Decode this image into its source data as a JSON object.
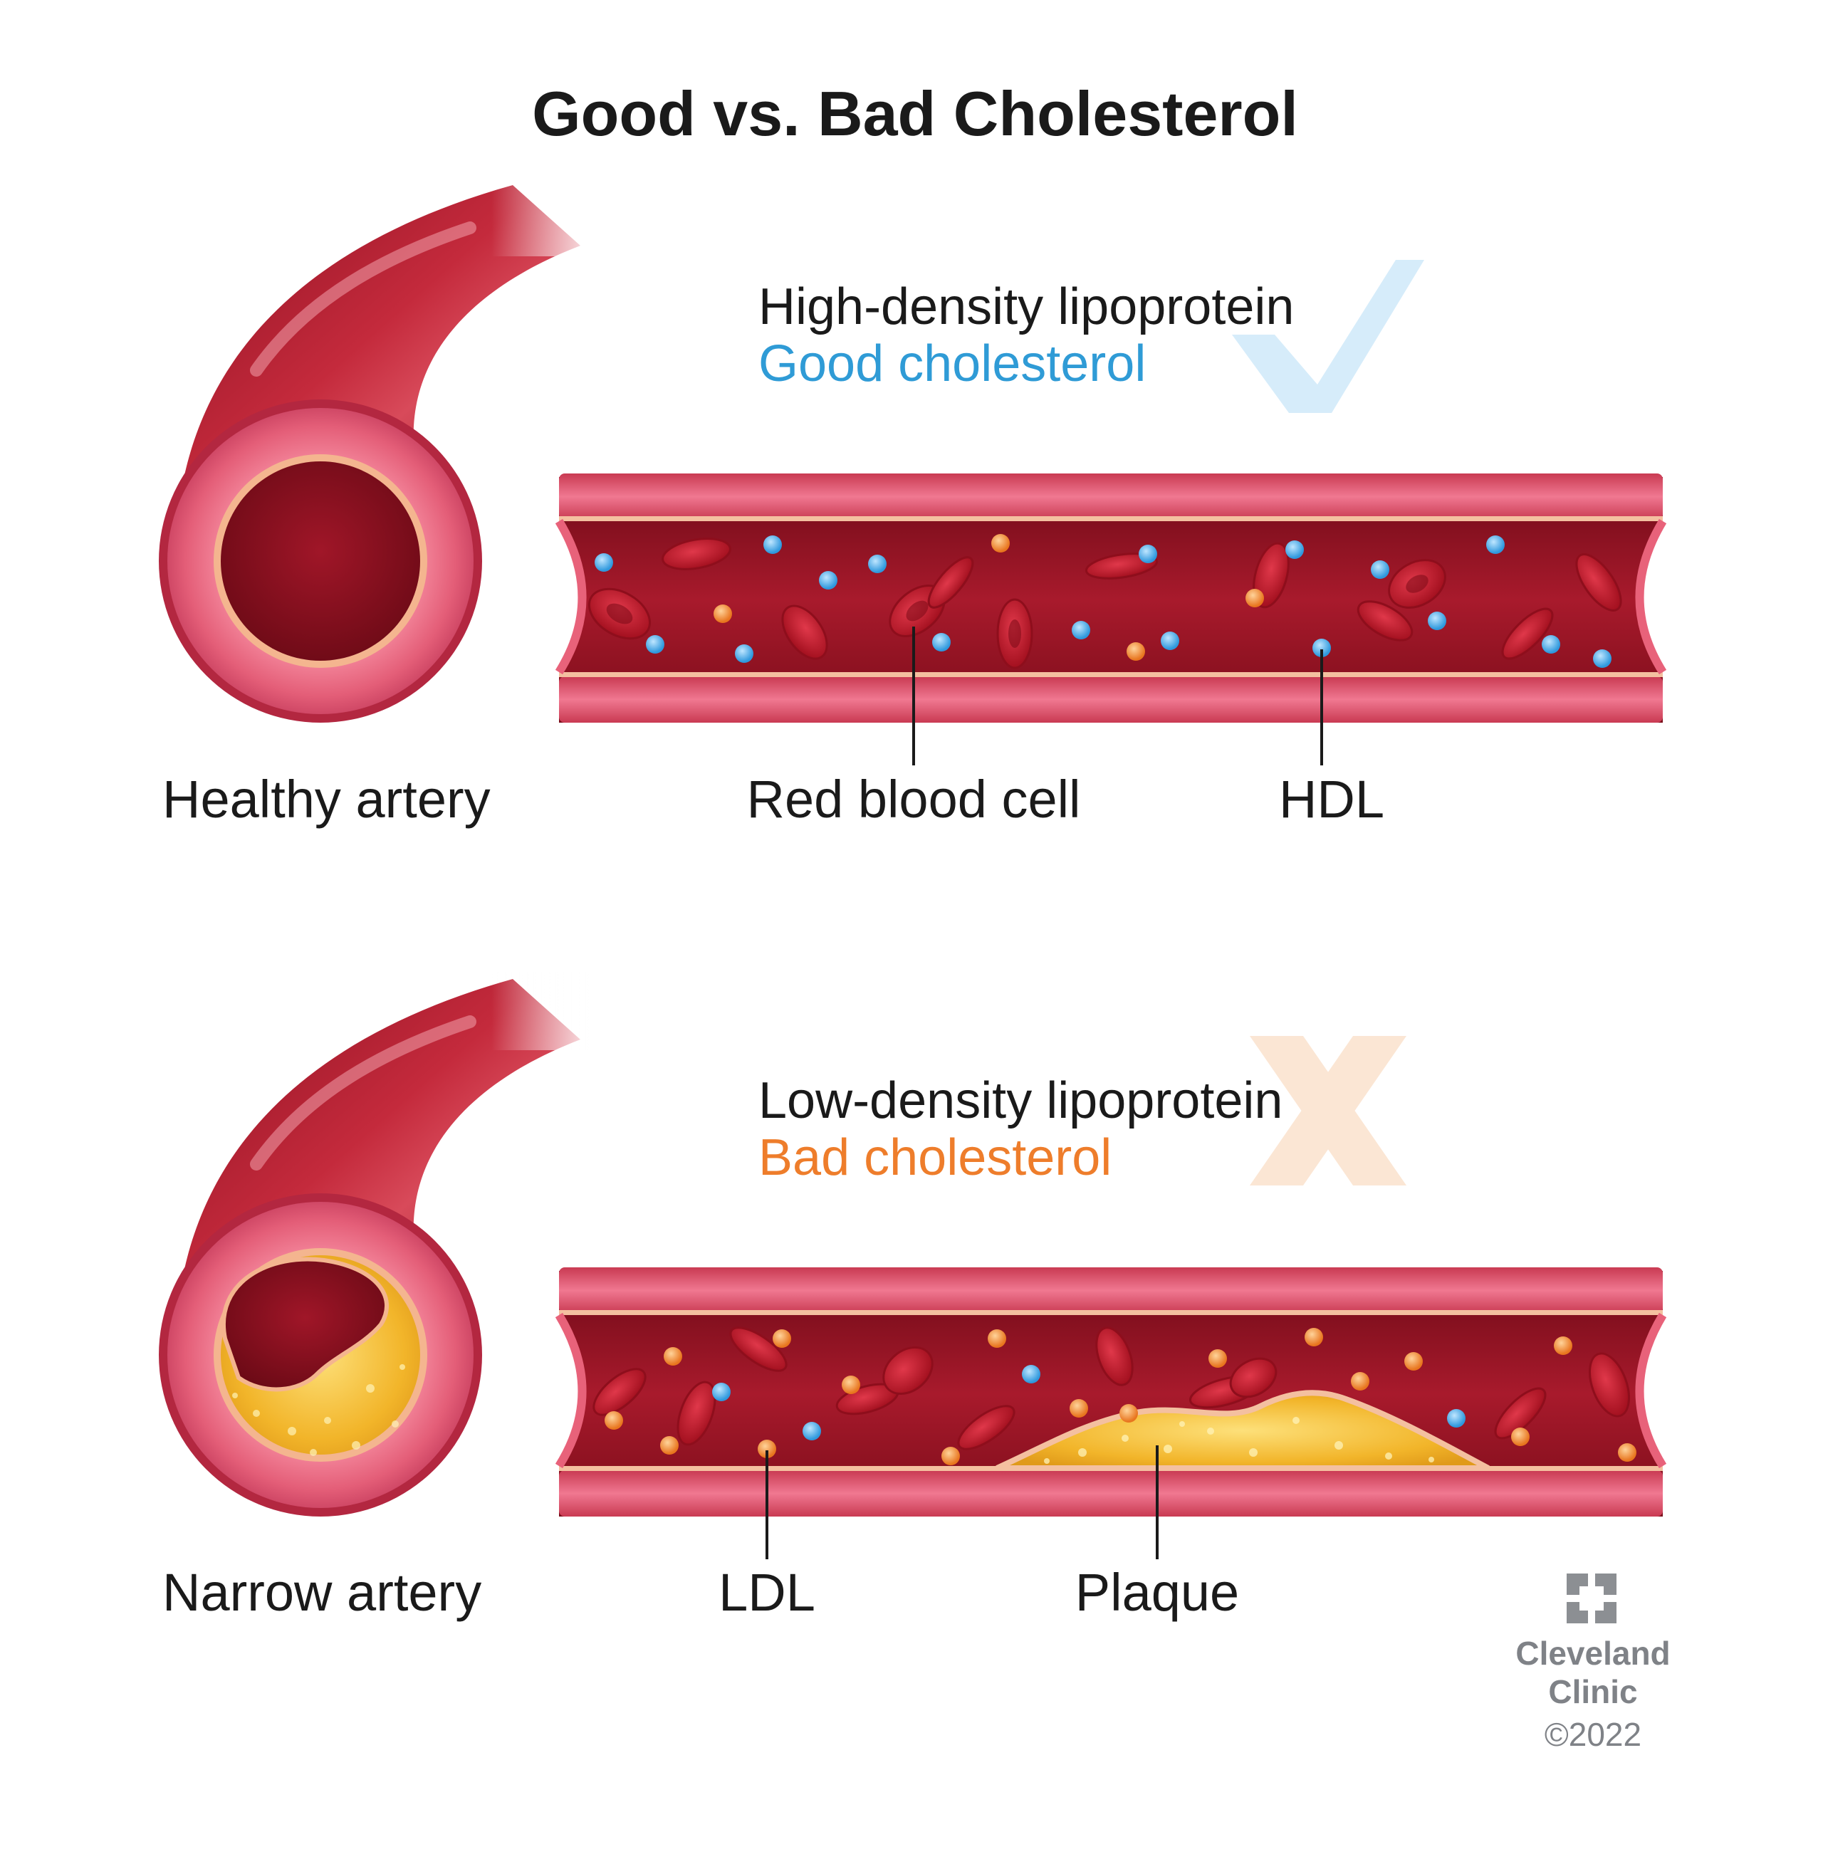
{
  "title": "Good vs. Bad Cholesterol",
  "top_panel": {
    "heading": "High-density lipoprotein",
    "subheading": "Good cholesterol",
    "subheading_color": "#2f9bd6",
    "mark_icon": "check-mark-icon",
    "mark_color": "#d6ecfa",
    "artery_label": "Healthy artery",
    "callouts": [
      "Red blood cell",
      "HDL"
    ]
  },
  "bottom_panel": {
    "heading": "Low-density lipoprotein",
    "subheading": "Bad cholesterol",
    "subheading_color": "#ee7d2b",
    "mark_icon": "x-mark-icon",
    "mark_color": "#fbe6d4",
    "artery_label": "Narrow artery",
    "callouts": [
      "LDL",
      "Plaque"
    ]
  },
  "brand": {
    "logo_icon": "cleveland-clinic-logo-icon",
    "name_line1": "Cleveland",
    "name_line2": "Clinic",
    "copyright": "©2022"
  },
  "colors": {
    "artery_wall": "#e8627a",
    "artery_outer": "#a3162a",
    "lumen": "#8e1221",
    "blood_cell": "#c5192d",
    "hdl": "#3ea8e8",
    "ldl": "#f08a2c",
    "plaque": "#f2b52a"
  }
}
